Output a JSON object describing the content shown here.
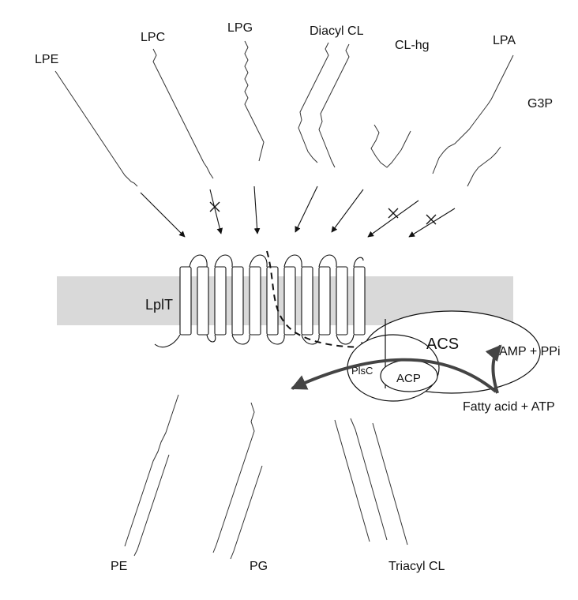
{
  "substrates": {
    "lpe": "LPE",
    "lpc": "LPC",
    "lpg": "LPG",
    "diacyl_cl": "Diacyl CL",
    "cl_hg": "CL-hg",
    "lpa": "LPA",
    "g3p": "G3P"
  },
  "membrane": {
    "transporter": "LplT"
  },
  "complex": {
    "acs": "ACS",
    "plsc": "PlsC",
    "acp": "ACP"
  },
  "reaction": {
    "products_out": "AMP + PPi",
    "substrates_in": "Fatty acid + ATP"
  },
  "products": {
    "pe": "PE",
    "pg": "PG",
    "triacyl_cl": "Triacyl CL"
  },
  "colors": {
    "membrane": "#d9d9d9",
    "line": "#222222",
    "pathway_arrow": "#444444"
  }
}
